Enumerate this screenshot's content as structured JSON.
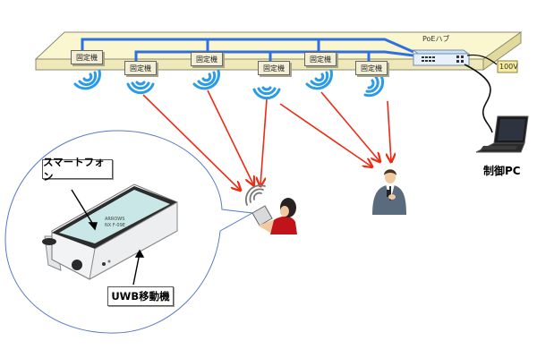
{
  "diagram": {
    "hub_label": "PoEハブ",
    "power_label": "100V",
    "pc_label": "制御PC",
    "anchors": [
      {
        "label": "固定機"
      },
      {
        "label": "固定機"
      },
      {
        "label": "固定機"
      },
      {
        "label": "固定機"
      },
      {
        "label": "固定機"
      },
      {
        "label": "固定機"
      }
    ],
    "callout": {
      "smartphone_label": "スマートフォン",
      "device_label": "UWB移動機",
      "screen_text_line1": "ARROWS",
      "screen_text_line2": "NX F-09E"
    },
    "colors": {
      "ceiling": "#faf6cf",
      "cable": "#2f6fe0",
      "signal": "#2a9be6",
      "arrow": "#ee2a12",
      "callout_border": "#5a78c8",
      "power_box": "#f6ec9c"
    }
  }
}
